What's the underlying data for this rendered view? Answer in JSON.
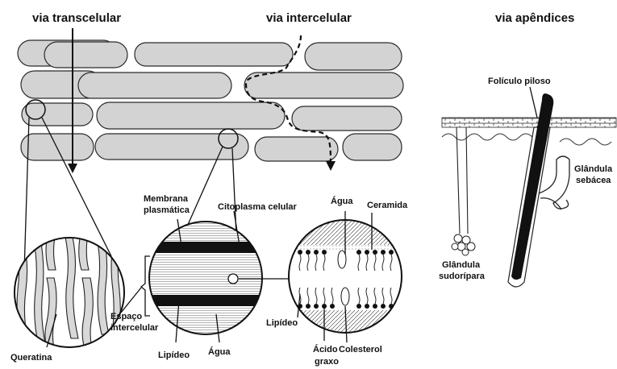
{
  "headings": {
    "transcellular": "via transcelular",
    "intercellular": "via intercelular",
    "appendages": "via apêndices"
  },
  "labels": {
    "queratina": "Queratina",
    "espaco_intercelular_1": "Espaço",
    "espaco_intercelular_2": "intercelular",
    "membrana_1": "Membrana",
    "membrana_2": "plasmática",
    "citoplasma": "Citoplasma celular",
    "lipideo_left": "Lipídeo",
    "agua_left": "Água",
    "agua_top": "Água",
    "ceramida": "Ceramida",
    "lipideo_right": "Lipídeo",
    "acido_1": "Ácido",
    "acido_2": "graxo",
    "colesterol": "Colesterol",
    "foliculo": "Folículo piloso",
    "sebacea_1": "Glândula",
    "sebacea_2": "sebácea",
    "sudoripara_1": "Glândula",
    "sudoripara_2": "sudorípara"
  }
}
